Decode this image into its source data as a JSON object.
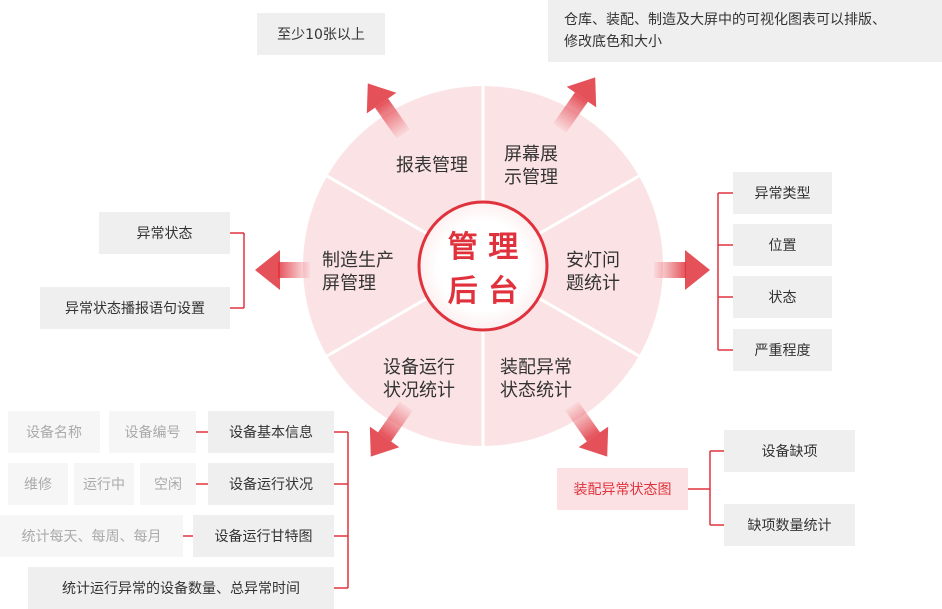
{
  "center": {
    "line1": "管 理",
    "line2": "后 台"
  },
  "segments": {
    "report": "报表管理",
    "screen": [
      "屏幕展",
      "示管理"
    ],
    "andon": [
      "安灯问",
      "题统计"
    ],
    "assembly": [
      "装配异常",
      "状态统计"
    ],
    "device": [
      "设备运行",
      "状况统计"
    ],
    "production": [
      "制造生产",
      "屏管理"
    ]
  },
  "report_note": "至少10张以上",
  "screen_note": [
    "仓库、装配、制造及大屏中的可视化图表可以排版、",
    "修改底色和大小"
  ],
  "andon_items": [
    "异常类型",
    "位置",
    "状态",
    "严重程度"
  ],
  "production_items": [
    "异常状态",
    "异常状态播报语句设置"
  ],
  "assembly_chart": "装配异常状态图",
  "assembly_items": [
    "设备缺项",
    "缺项数量统计"
  ],
  "device_rows": [
    {
      "label": "设备基本信息",
      "details": [
        "设备名称",
        "设备编号"
      ]
    },
    {
      "label": "设备运行状况",
      "details": [
        "维修",
        "运行中",
        "空闲"
      ]
    },
    {
      "label": "设备运行甘特图",
      "details": [
        "统计每天、每周、每月"
      ]
    },
    {
      "label": "统计运行异常的设备数量、总异常时间",
      "details": []
    }
  ],
  "colors": {
    "accent": "#e0323c",
    "wheel": "#fbe3e5",
    "box": "#efefef"
  }
}
